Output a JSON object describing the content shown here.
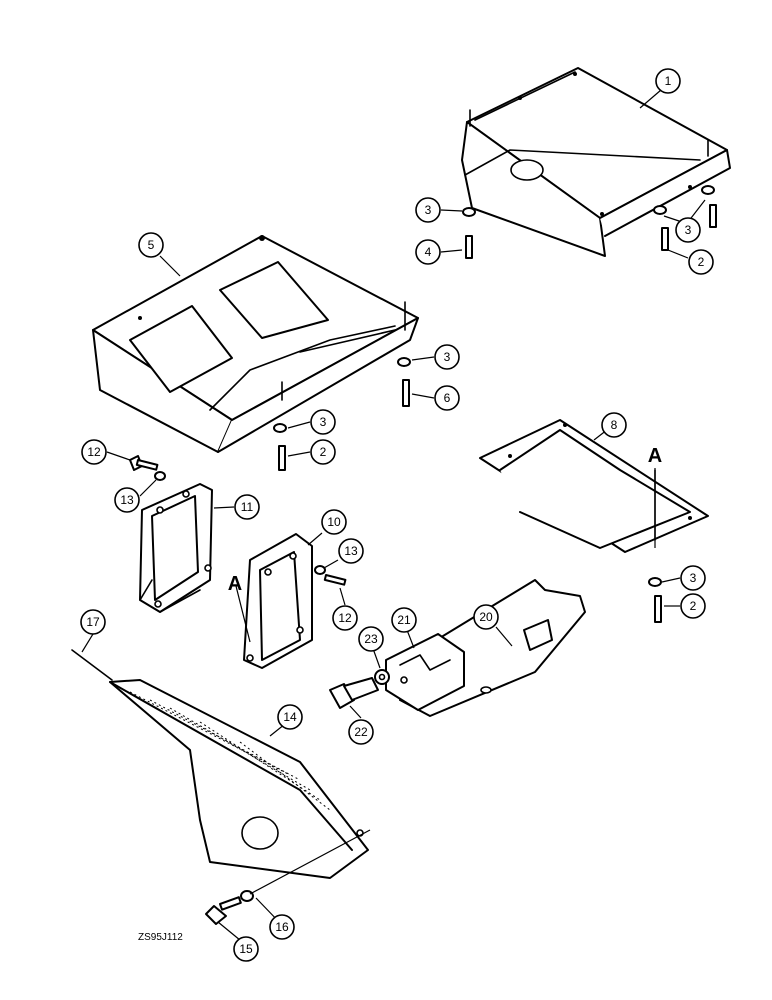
{
  "drawing_code": "ZS95J112",
  "reference_letters": [
    "A",
    "A"
  ],
  "callouts": [
    "1",
    "3",
    "3",
    "2",
    "4",
    "5",
    "3",
    "6",
    "3",
    "2",
    "12",
    "13",
    "11",
    "10",
    "13",
    "12",
    "8",
    "3",
    "2",
    "17",
    "21",
    "20",
    "23",
    "22",
    "14",
    "16",
    "15"
  ]
}
